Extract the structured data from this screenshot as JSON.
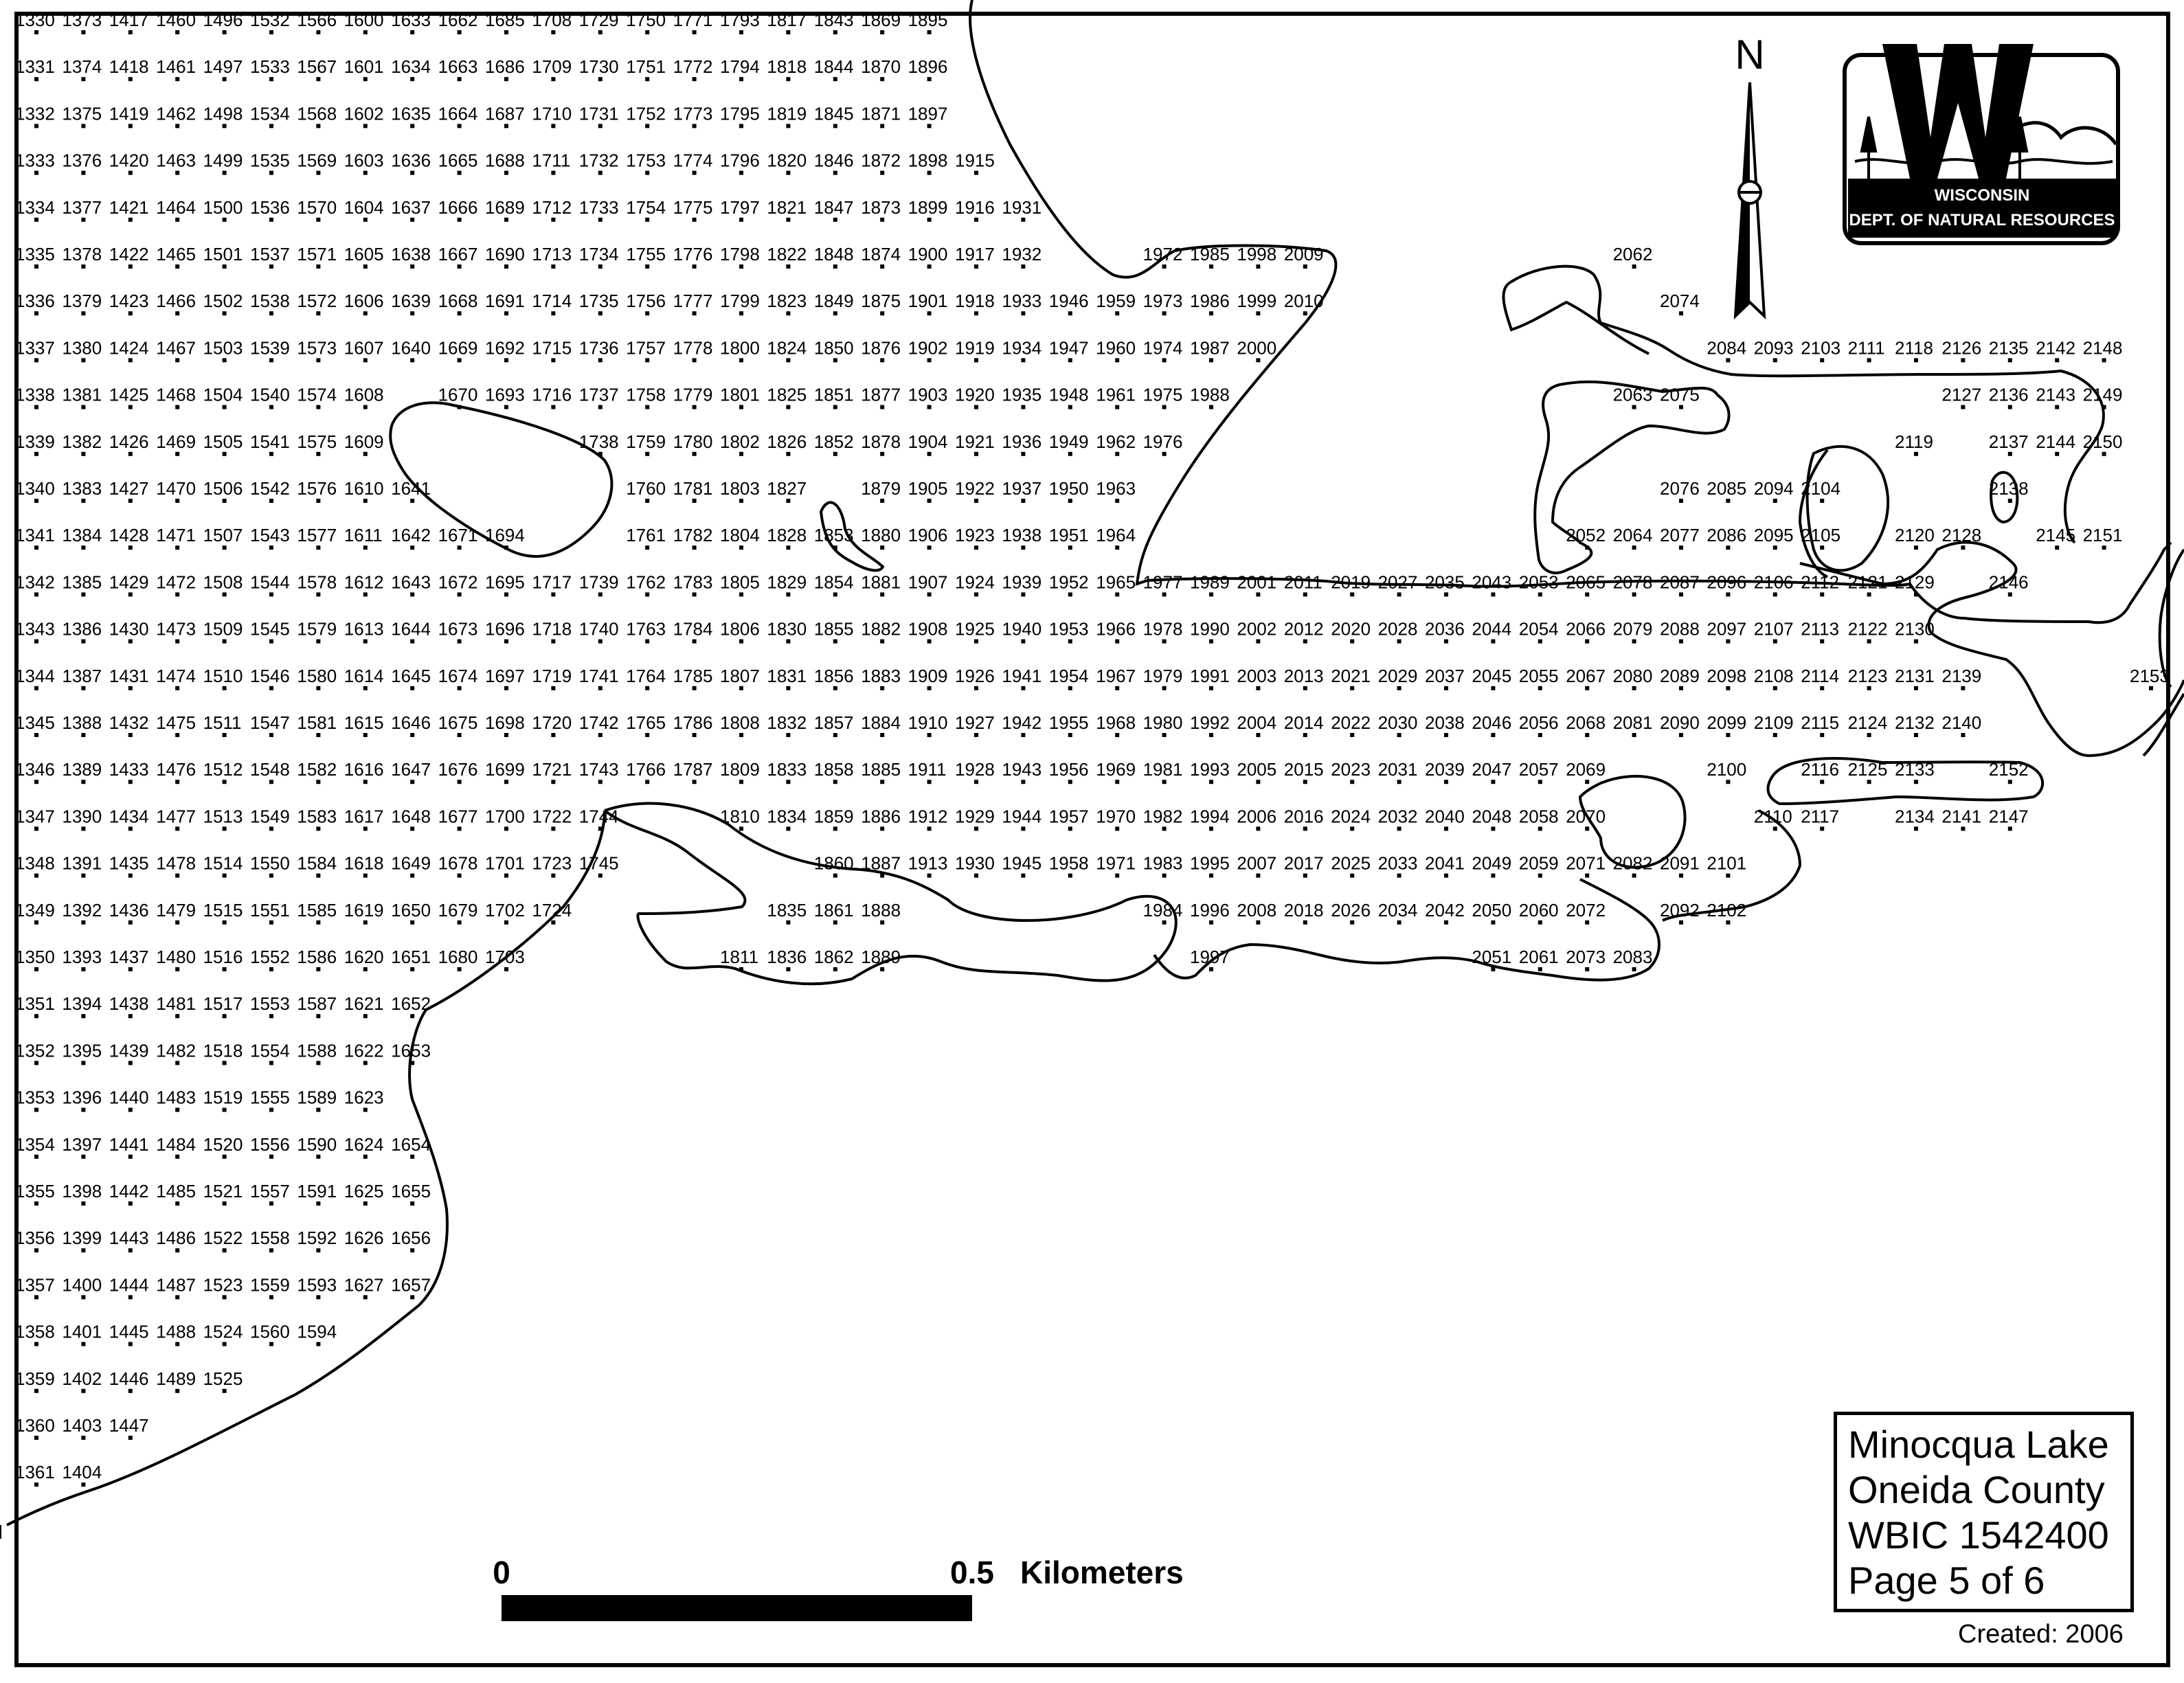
{
  "map": {
    "sample_points": [
      {
        "row": 0,
        "labels": [
          "1330",
          "1373",
          "1417",
          "1460",
          "1496",
          "1532",
          "1566",
          "1600",
          "1633",
          "1662",
          "1685",
          "1708",
          "1729",
          "1750",
          "1771",
          "1793",
          "1817",
          "1843",
          "1869",
          "1895"
        ]
      },
      {
        "row": 1,
        "labels": [
          "1331",
          "1374",
          "1418",
          "1461",
          "1497",
          "1533",
          "1567",
          "1601",
          "1634",
          "1663",
          "1686",
          "1709",
          "1730",
          "1751",
          "1772",
          "1794",
          "1818",
          "1844",
          "1870",
          "1896"
        ]
      },
      {
        "row": 2,
        "labels": [
          "1332",
          "1375",
          "1419",
          "1462",
          "1498",
          "1534",
          "1568",
          "1602",
          "1635",
          "1664",
          "1687",
          "1710",
          "1731",
          "1752",
          "1773",
          "1795",
          "1819",
          "1845",
          "1871",
          "1897"
        ]
      },
      {
        "row": 3,
        "labels": [
          "1333",
          "1376",
          "1420",
          "1463",
          "1499",
          "1535",
          "1569",
          "1603",
          "1636",
          "1665",
          "1688",
          "1711",
          "1732",
          "1753",
          "1774",
          "1796",
          "1820",
          "1846",
          "1872",
          "1898",
          "1915"
        ]
      },
      {
        "row": 4,
        "labels": [
          "1334",
          "1377",
          "1421",
          "1464",
          "1500",
          "1536",
          "1570",
          "1604",
          "1637",
          "1666",
          "1689",
          "1712",
          "1733",
          "1754",
          "1775",
          "1797",
          "1821",
          "1847",
          "1873",
          "1899",
          "1916",
          "1931"
        ]
      },
      {
        "row": 5,
        "labels": [
          "1335",
          "1378",
          "1422",
          "1465",
          "1501",
          "1537",
          "1571",
          "1605",
          "1638",
          "1667",
          "1690",
          "1713",
          "1734",
          "1755",
          "1776",
          "1798",
          "1822",
          "1848",
          "1874",
          "1900",
          "1917",
          "1932",
          "",
          "",
          "1972",
          "1985",
          "1998",
          "2009",
          "",
          "",
          "",
          "",
          "",
          "",
          "2062"
        ]
      },
      {
        "row": 6,
        "labels": [
          "1336",
          "1379",
          "1423",
          "1466",
          "1502",
          "1538",
          "1572",
          "1606",
          "1639",
          "1668",
          "1691",
          "1714",
          "1735",
          "1756",
          "1777",
          "1799",
          "1823",
          "1849",
          "1875",
          "1901",
          "1918",
          "1933",
          "1946",
          "1959",
          "1973",
          "1986",
          "1999",
          "2010",
          "",
          "",
          "",
          "",
          "",
          "",
          "",
          "2074"
        ]
      },
      {
        "row": 7,
        "labels": [
          "1337",
          "1380",
          "1424",
          "1467",
          "1503",
          "1539",
          "1573",
          "1607",
          "1640",
          "1669",
          "1692",
          "1715",
          "1736",
          "1757",
          "1778",
          "1800",
          "1824",
          "1850",
          "1876",
          "1902",
          "1919",
          "1934",
          "1947",
          "1960",
          "1974",
          "1987",
          "2000",
          "",
          "",
          "",
          "",
          "",
          "",
          "",
          "",
          "",
          "2084",
          "2093",
          "2103",
          "2111",
          "2118",
          "2126",
          "2135",
          "2142",
          "2148"
        ]
      },
      {
        "row": 8,
        "labels": [
          "1338",
          "1381",
          "1425",
          "1468",
          "1504",
          "1540",
          "1574",
          "1608",
          "",
          "1670",
          "1693",
          "1716",
          "1737",
          "1758",
          "1779",
          "1801",
          "1825",
          "1851",
          "1877",
          "1903",
          "1920",
          "1935",
          "1948",
          "1961",
          "1975",
          "1988",
          "",
          "",
          "",
          "",
          "",
          "",
          "",
          "",
          "2063",
          "2075",
          "",
          "",
          "",
          "",
          "",
          "2127",
          "2136",
          "2143",
          "2149"
        ]
      },
      {
        "row": 9,
        "labels": [
          "1339",
          "1382",
          "1426",
          "1469",
          "1505",
          "1541",
          "1575",
          "1609",
          "",
          "",
          "",
          "",
          "1738",
          "1759",
          "1780",
          "1802",
          "1826",
          "1852",
          "1878",
          "1904",
          "1921",
          "1936",
          "1949",
          "1962",
          "1976",
          "",
          "",
          "",
          "",
          "",
          "",
          "",
          "",
          "",
          "",
          "",
          "",
          "",
          "",
          "",
          "2119",
          "",
          "2137",
          "2144",
          "2150"
        ]
      },
      {
        "row": 10,
        "labels": [
          "1340",
          "1383",
          "1427",
          "1470",
          "1506",
          "1542",
          "1576",
          "1610",
          "1641",
          "",
          "",
          "",
          "",
          "1760",
          "1781",
          "1803",
          "1827",
          "",
          "1879",
          "1905",
          "1922",
          "1937",
          "1950",
          "1963",
          "",
          "",
          "",
          "",
          "",
          "",
          "",
          "",
          "",
          "",
          "",
          "2076",
          "2085",
          "2094",
          "2104",
          "",
          "",
          "",
          "2138"
        ]
      },
      {
        "row": 11,
        "labels": [
          "1341",
          "1384",
          "1428",
          "1471",
          "1507",
          "1543",
          "1577",
          "1611",
          "1642",
          "1671",
          "1694",
          "",
          "",
          "1761",
          "1782",
          "1804",
          "1828",
          "1853",
          "1880",
          "1906",
          "1923",
          "1938",
          "1951",
          "1964",
          "",
          "",
          "",
          "",
          "",
          "",
          "",
          "",
          "",
          "2052",
          "2064",
          "2077",
          "2086",
          "2095",
          "2105",
          "",
          "2120",
          "2128",
          "",
          "2145",
          "2151"
        ]
      },
      {
        "row": 12,
        "labels": [
          "1342",
          "1385",
          "1429",
          "1472",
          "1508",
          "1544",
          "1578",
          "1612",
          "1643",
          "1672",
          "1695",
          "1717",
          "1739",
          "1762",
          "1783",
          "1805",
          "1829",
          "1854",
          "1881",
          "1907",
          "1924",
          "1939",
          "1952",
          "1965",
          "1977",
          "1989",
          "2001",
          "2011",
          "2019",
          "2027",
          "2035",
          "2043",
          "2053",
          "2065",
          "2078",
          "2087",
          "2096",
          "2106",
          "2112",
          "2121",
          "2129",
          "",
          "2146"
        ]
      },
      {
        "row": 13,
        "labels": [
          "1343",
          "1386",
          "1430",
          "1473",
          "1509",
          "1545",
          "1579",
          "1613",
          "1644",
          "1673",
          "1696",
          "1718",
          "1740",
          "1763",
          "1784",
          "1806",
          "1830",
          "1855",
          "1882",
          "1908",
          "1925",
          "1940",
          "1953",
          "1966",
          "1978",
          "1990",
          "2002",
          "2012",
          "2020",
          "2028",
          "2036",
          "2044",
          "2054",
          "2066",
          "2079",
          "2088",
          "2097",
          "2107",
          "2113",
          "2122",
          "2130"
        ]
      },
      {
        "row": 14,
        "labels": [
          "1344",
          "1387",
          "1431",
          "1474",
          "1510",
          "1546",
          "1580",
          "1614",
          "1645",
          "1674",
          "1697",
          "1719",
          "1741",
          "1764",
          "1785",
          "1807",
          "1831",
          "1856",
          "1883",
          "1909",
          "1926",
          "1941",
          "1954",
          "1967",
          "1979",
          "1991",
          "2003",
          "2013",
          "2021",
          "2029",
          "2037",
          "2045",
          "2055",
          "2067",
          "2080",
          "2089",
          "2098",
          "2108",
          "2114",
          "2123",
          "2131",
          "2139",
          "",
          "",
          "",
          "2153"
        ]
      },
      {
        "row": 15,
        "labels": [
          "1345",
          "1388",
          "1432",
          "1475",
          "1511",
          "1547",
          "1581",
          "1615",
          "1646",
          "1675",
          "1698",
          "1720",
          "1742",
          "1765",
          "1786",
          "1808",
          "1832",
          "1857",
          "1884",
          "1910",
          "1927",
          "1942",
          "1955",
          "1968",
          "1980",
          "1992",
          "2004",
          "2014",
          "2022",
          "2030",
          "2038",
          "2046",
          "2056",
          "2068",
          "2081",
          "2090",
          "2099",
          "2109",
          "2115",
          "2124",
          "2132",
          "2140"
        ]
      },
      {
        "row": 16,
        "labels": [
          "1346",
          "1389",
          "1433",
          "1476",
          "1512",
          "1548",
          "1582",
          "1616",
          "1647",
          "1676",
          "1699",
          "1721",
          "1743",
          "1766",
          "1787",
          "1809",
          "1833",
          "1858",
          "1885",
          "1911",
          "1928",
          "1943",
          "1956",
          "1969",
          "1981",
          "1993",
          "2005",
          "2015",
          "2023",
          "2031",
          "2039",
          "2047",
          "2057",
          "2069",
          "",
          "",
          "2100",
          "",
          "2116",
          "2125",
          "2133",
          "",
          "2152"
        ]
      },
      {
        "row": 17,
        "labels": [
          "1347",
          "1390",
          "1434",
          "1477",
          "1513",
          "1549",
          "1583",
          "1617",
          "1648",
          "1677",
          "1700",
          "1722",
          "1744",
          "",
          "",
          "1810",
          "1834",
          "1859",
          "1886",
          "1912",
          "1929",
          "1944",
          "1957",
          "1970",
          "1982",
          "1994",
          "2006",
          "2016",
          "2024",
          "2032",
          "2040",
          "2048",
          "2058",
          "2070",
          "",
          "",
          "",
          "2110",
          "2117",
          "",
          "2134",
          "2141",
          "2147"
        ]
      },
      {
        "row": 18,
        "labels": [
          "1348",
          "1391",
          "1435",
          "1478",
          "1514",
          "1550",
          "1584",
          "1618",
          "1649",
          "1678",
          "1701",
          "1723",
          "1745",
          "",
          "",
          "",
          "",
          "1860",
          "1887",
          "1913",
          "1930",
          "1945",
          "1958",
          "1971",
          "1983",
          "1995",
          "2007",
          "2017",
          "2025",
          "2033",
          "2041",
          "2049",
          "2059",
          "2071",
          "2082",
          "2091",
          "2101"
        ]
      },
      {
        "row": 19,
        "labels": [
          "1349",
          "1392",
          "1436",
          "1479",
          "1515",
          "1551",
          "1585",
          "1619",
          "1650",
          "1679",
          "1702",
          "1724",
          "",
          "",
          "",
          "",
          "1835",
          "1861",
          "1888",
          "",
          "",
          "",
          "",
          "",
          "1984",
          "1996",
          "2008",
          "2018",
          "2026",
          "2034",
          "2042",
          "2050",
          "2060",
          "2072",
          "",
          "2092",
          "2102"
        ]
      },
      {
        "row": 20,
        "labels": [
          "1350",
          "1393",
          "1437",
          "1480",
          "1516",
          "1552",
          "1586",
          "1620",
          "1651",
          "1680",
          "1703",
          "",
          "",
          "",
          "",
          "1811",
          "1836",
          "1862",
          "1889",
          "",
          "",
          "",
          "",
          "",
          "",
          "1997",
          "",
          "",
          "",
          "",
          "",
          "2051",
          "2061",
          "2073",
          "2083"
        ]
      },
      {
        "row": 21,
        "labels": [
          "1351",
          "1394",
          "1438",
          "1481",
          "1517",
          "1553",
          "1587",
          "1621",
          "1652"
        ]
      },
      {
        "row": 22,
        "labels": [
          "1352",
          "1395",
          "1439",
          "1482",
          "1518",
          "1554",
          "1588",
          "1622",
          "1653"
        ]
      },
      {
        "row": 23,
        "labels": [
          "1353",
          "1396",
          "1440",
          "1483",
          "1519",
          "1555",
          "1589",
          "1623"
        ]
      },
      {
        "row": 24,
        "labels": [
          "1354",
          "1397",
          "1441",
          "1484",
          "1520",
          "1556",
          "1590",
          "1624",
          "1654"
        ]
      },
      {
        "row": 25,
        "labels": [
          "1355",
          "1398",
          "1442",
          "1485",
          "1521",
          "1557",
          "1591",
          "1625",
          "1655"
        ]
      },
      {
        "row": 26,
        "labels": [
          "1356",
          "1399",
          "1443",
          "1486",
          "1522",
          "1558",
          "1592",
          "1626",
          "1656"
        ]
      },
      {
        "row": 27,
        "labels": [
          "1357",
          "1400",
          "1444",
          "1487",
          "1523",
          "1559",
          "1593",
          "1627",
          "1657"
        ]
      },
      {
        "row": 28,
        "labels": [
          "1358",
          "1401",
          "1445",
          "1488",
          "1524",
          "1560",
          "1594"
        ]
      },
      {
        "row": 29,
        "labels": [
          "1359",
          "1402",
          "1446",
          "1489",
          "1525"
        ]
      },
      {
        "row": 30,
        "labels": [
          "1360",
          "1403",
          "1447"
        ]
      },
      {
        "row": 31,
        "labels": [
          "1361",
          "1404"
        ]
      }
    ]
  },
  "north_arrow": {
    "label": "N"
  },
  "scale_bar": {
    "start_label": "0",
    "end_label": "0.5",
    "units": "Kilometers"
  },
  "logo": {
    "line1": "WISCONSIN",
    "line2": "DEPT. OF NATURAL RESOURCES"
  },
  "title_block": {
    "lake_name": "Minocqua Lake",
    "county": "Oneida County",
    "wbic": "WBIC 1542400",
    "page": "Page 5 of 6"
  },
  "created": "Created: 2006",
  "colors": {
    "ink": "#000000",
    "paper": "#ffffff"
  }
}
